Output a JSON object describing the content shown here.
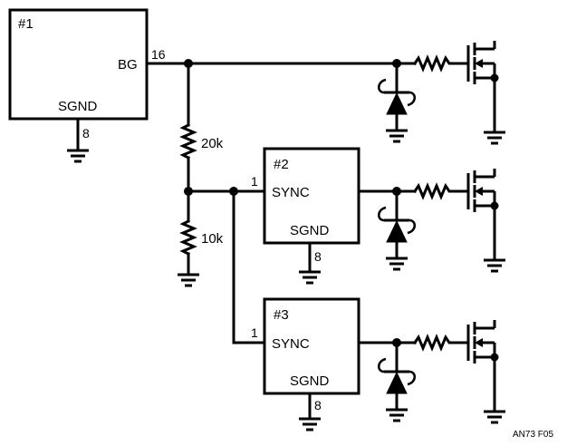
{
  "chips": [
    {
      "id": "#1",
      "pin_bg": "BG",
      "pin_bg_num": "16",
      "gnd_label": "SGND",
      "gnd_pin": "8"
    },
    {
      "id": "#2",
      "sync_pin_num": "1",
      "sync_label": "SYNC",
      "gnd_label": "SGND",
      "gnd_pin": "8"
    },
    {
      "id": "#3",
      "sync_pin_num": "1",
      "sync_label": "SYNC",
      "gnd_label": "SGND",
      "gnd_pin": "8"
    }
  ],
  "resistors": [
    {
      "value": "20k"
    },
    {
      "value": "10k"
    }
  ],
  "figure_id": "AN73 F05",
  "icons": [
    "resistor-icon",
    "ground-icon",
    "schottky-diode-icon",
    "mosfet-icon",
    "junction-dot"
  ]
}
